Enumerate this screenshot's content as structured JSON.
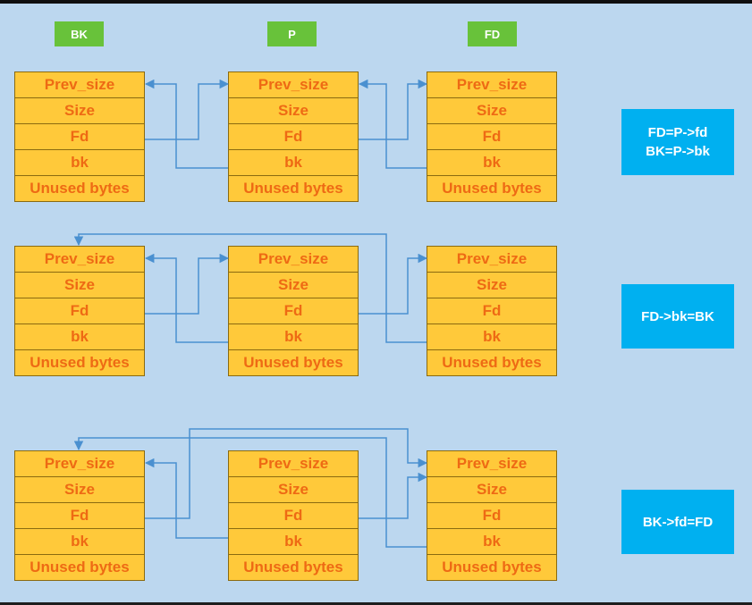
{
  "headers": {
    "bk": "BK",
    "p": "P",
    "fd": "FD"
  },
  "fields": [
    "Prev_size",
    "Size",
    "Fd",
    "bk",
    "Unused bytes"
  ],
  "notes": {
    "step1_line1": "FD=P->fd",
    "step1_line2": "BK=P->bk",
    "step2": "FD->bk=BK",
    "step3": "BK->fd=FD"
  },
  "colors": {
    "background": "#bcd7ef",
    "header_fill": "#68c23a",
    "cell_fill": "#ffc93a",
    "cell_text": "#ee6a14",
    "note_fill": "#00b0f0",
    "arrow": "#4a90d0"
  }
}
